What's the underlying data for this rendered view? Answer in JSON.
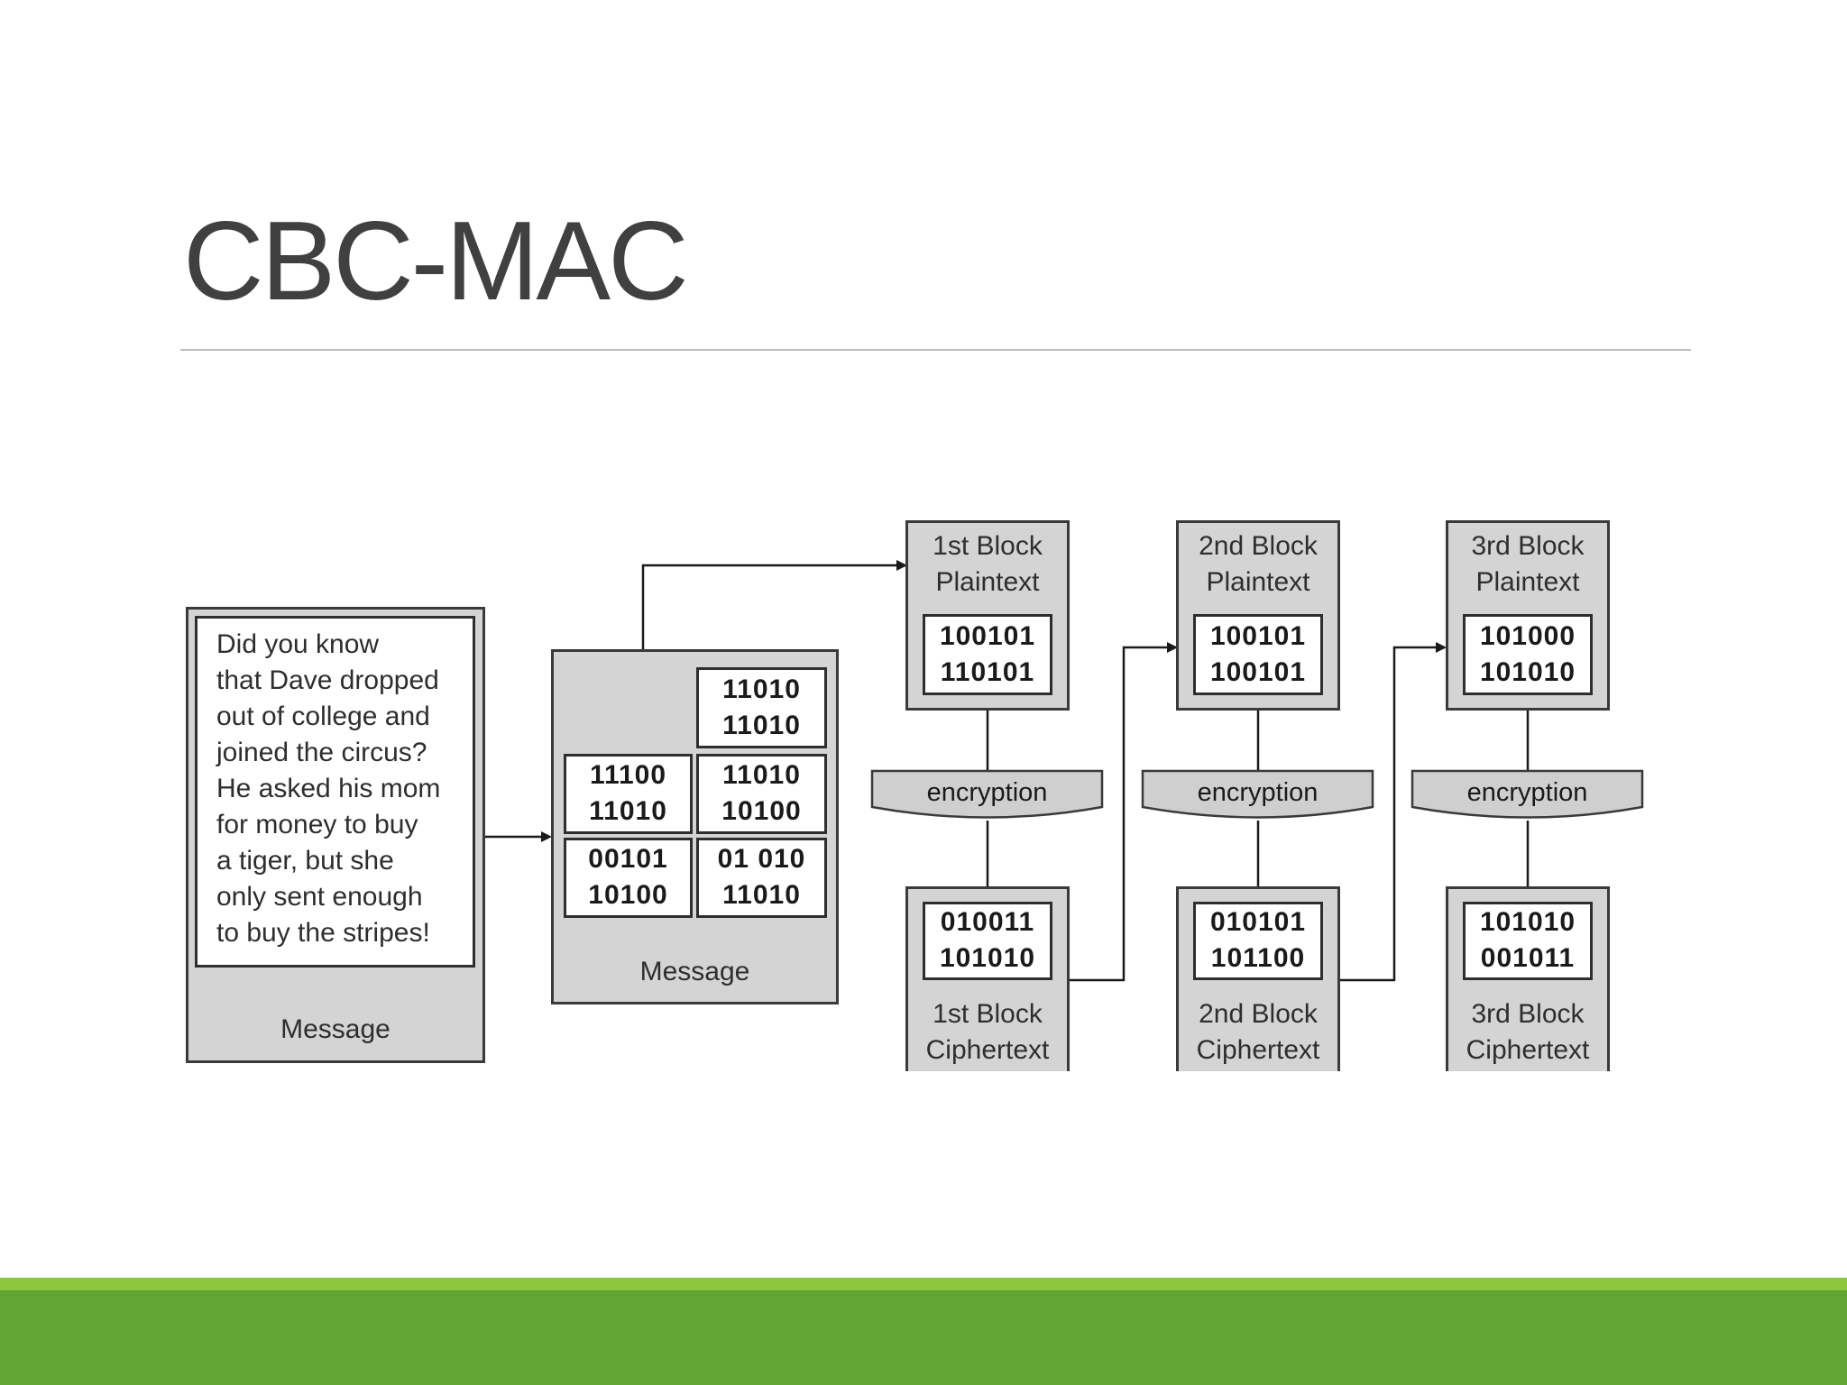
{
  "slide": {
    "title": "CBC-MAC"
  },
  "message_box": {
    "lines": [
      "Did you know",
      "that Dave dropped",
      "out of college and",
      "joined the circus?",
      "He asked his mom",
      "for money to buy",
      "a tiger, but she",
      "only sent enough",
      "to buy the stripes!"
    ],
    "label": "Message"
  },
  "split_message": {
    "label": "Message",
    "cells": [
      {
        "line1": "11010",
        "line2": "11010"
      },
      {
        "line1": "11100",
        "line2": "11010"
      },
      {
        "line1": "11010",
        "line2": "10100"
      },
      {
        "line1": "00101",
        "line2": "10100"
      },
      {
        "line1": "01 010",
        "line2": "11010"
      }
    ]
  },
  "blocks": [
    {
      "plain_title_1": "1st Block",
      "plain_title_2": "Plaintext",
      "plain_bits_1": "100101",
      "plain_bits_2": "110101",
      "encryption": "encryption",
      "cipher_bits_1": "010011",
      "cipher_bits_2": "101010",
      "cipher_title_1": "1st Block",
      "cipher_title_2": "Ciphertext"
    },
    {
      "plain_title_1": "2nd Block",
      "plain_title_2": "Plaintext",
      "plain_bits_1": "100101",
      "plain_bits_2": "100101",
      "encryption": "encryption",
      "cipher_bits_1": "010101",
      "cipher_bits_2": "101100",
      "cipher_title_1": "2nd Block",
      "cipher_title_2": "Ciphertext"
    },
    {
      "plain_title_1": "3rd Block",
      "plain_title_2": "Plaintext",
      "plain_bits_1": "101000",
      "plain_bits_2": "101010",
      "encryption": "encryption",
      "cipher_bits_1": "101010",
      "cipher_bits_2": "001011",
      "cipher_title_1": "3rd Block",
      "cipher_title_2": "Ciphertext"
    }
  ],
  "colors": {
    "accent_light": "#8dc63f",
    "accent_dark": "#62a534",
    "box_grey": "#d4d4d4"
  }
}
